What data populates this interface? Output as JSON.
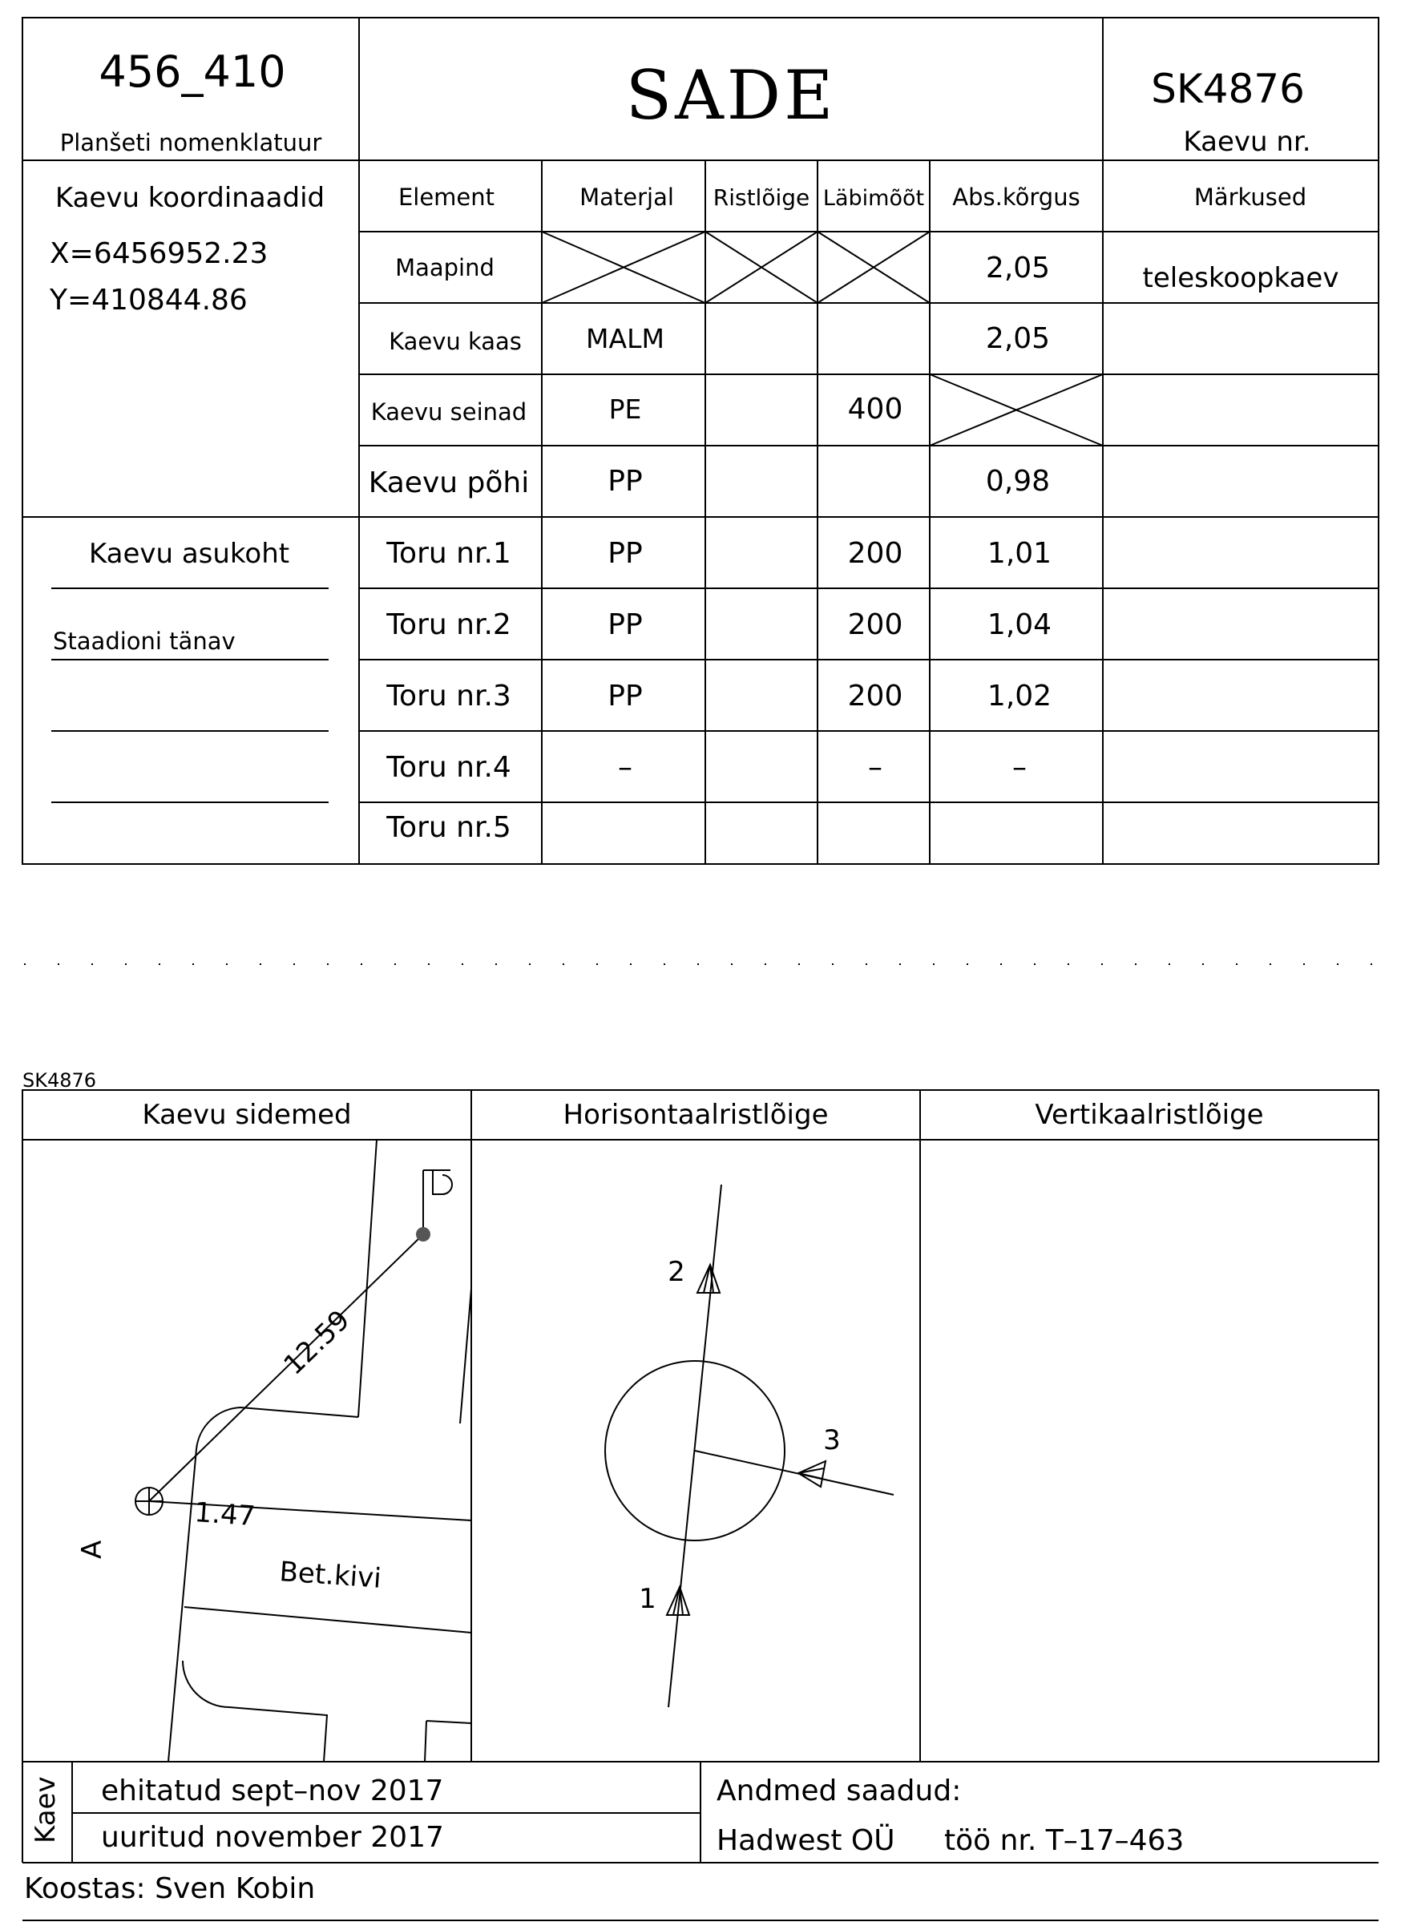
{
  "header": {
    "nomenclature_value": "456_410",
    "nomenclature_label": "Planšeti nomenklatuur",
    "title": "SADE",
    "well_number_value": "SK4876",
    "well_number_label": "Kaevu nr."
  },
  "coordinates": {
    "label": "Kaevu koordinaadid",
    "x": "X=6456952.23",
    "y": "Y=410844.86"
  },
  "location": {
    "label": "Kaevu asukoht",
    "street": "Staadioni tänav"
  },
  "table": {
    "columns": [
      "Element",
      "Materjal",
      "Ristlõige",
      "Läbimõõt",
      "Abs.kõrgus",
      "Märkused"
    ],
    "rows": [
      {
        "element": "Maapind",
        "materjal": "",
        "ristloige": "",
        "labimoot": "",
        "abs": "2,05",
        "markused": "teleskoopkaev"
      },
      {
        "element": "Kaevu kaas",
        "materjal": "MALM",
        "ristloige": "",
        "labimoot": "",
        "abs": "2,05",
        "markused": ""
      },
      {
        "element": "Kaevu seinad",
        "materjal": "PE",
        "ristloige": "",
        "labimoot": "400",
        "abs": "",
        "markused": ""
      },
      {
        "element": "Kaevu põhi",
        "materjal": "PP",
        "ristloige": "",
        "labimoot": "",
        "abs": "0,98",
        "markused": ""
      },
      {
        "element": "Toru nr.1",
        "materjal": "PP",
        "ristloige": "",
        "labimoot": "200",
        "abs": "1,01",
        "markused": ""
      },
      {
        "element": "Toru nr.2",
        "materjal": "PP",
        "ristloige": "",
        "labimoot": "200",
        "abs": "1,04",
        "markused": ""
      },
      {
        "element": "Toru nr.3",
        "materjal": "PP",
        "ristloige": "",
        "labimoot": "200",
        "abs": "1,02",
        "markused": ""
      },
      {
        "element": "Toru nr.4",
        "materjal": "–",
        "ristloige": "",
        "labimoot": "–",
        "abs": "–",
        "markused": ""
      },
      {
        "element": "Toru nr.5",
        "materjal": "",
        "ristloige": "",
        "labimoot": "",
        "abs": "",
        "markused": ""
      }
    ]
  },
  "drawing": {
    "small_label": "SK4876",
    "panel_titles": [
      "Kaevu sidemed",
      "Horisontaalristlõige",
      "Vertikaalristlõige"
    ],
    "sidemed": {
      "distance_long": "12.59",
      "distance_short": "1.47",
      "point_label": "A",
      "surface_label": "Bet.kivi"
    },
    "horisontaal": {
      "pipe_labels": [
        "1",
        "2",
        "3"
      ]
    }
  },
  "footer": {
    "side_label": "Kaev",
    "built": "ehitatud sept–nov 2017",
    "surveyed": "uuritud november 2017",
    "data_label": "Andmed saadud:",
    "company": "Hadwest OÜ",
    "work_no": "töö nr. T–17–463",
    "author": "Koostas: Sven Kobin"
  }
}
